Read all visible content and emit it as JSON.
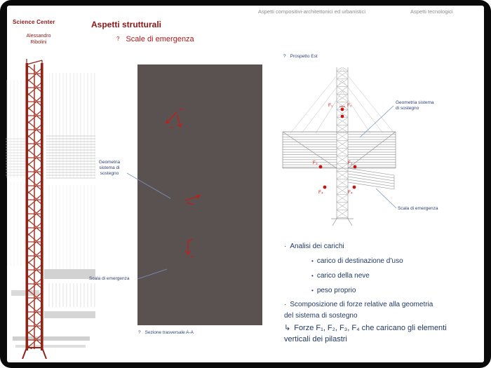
{
  "header": {
    "brand": "Science Center",
    "author": {
      "line1": "Alessandro",
      "line2": "Ribolini"
    },
    "title": "Aspetti strutturali",
    "subtitle": {
      "bullet": "?",
      "text": "Scale di emergenza"
    },
    "nav": [
      {
        "label": "Aspetti compositivi-architettonici ed urbanistici"
      },
      {
        "label": "Aspetti tecnologici"
      }
    ]
  },
  "center_figure": {
    "caption_bullet": "?",
    "caption": "Sezione trasversale A-A"
  },
  "left_callouts": {
    "geometry": {
      "line1": "Geometria",
      "line2": "sistema di",
      "line3": "sostegno"
    },
    "stair": "Scala di emergenza"
  },
  "elevation": {
    "caption_bullet": "?",
    "caption": "Prospetto Est",
    "forces": {
      "f1": "F₁",
      "f2": "F₂",
      "f3a": "F₃",
      "f3b": "F₃",
      "f4a": "F₄",
      "f4b": "F₄"
    },
    "callout_geometry": {
      "line1": "Geometria sistema",
      "line2": "di sostegno"
    },
    "callout_stair": "Scala di emergenza"
  },
  "analysis": {
    "item1": {
      "bullet": "·",
      "text": "Analisi dei carichi"
    },
    "sub_items": [
      {
        "bullet": "•",
        "text": "carico di destinazione d’uso"
      },
      {
        "bullet": "•",
        "text": "carico della neve"
      },
      {
        "bullet": "•",
        "text": "peso proprio"
      }
    ],
    "item2": {
      "bullet": "·",
      "text": "Scomposizione di forze relative alla geometria del sistema di sostegno"
    },
    "item3": {
      "bullet": "↳",
      "text": "Forze F₁, F₂, F₃, F₄ che caricano gli elementi verticali dei pilastri"
    }
  },
  "colors": {
    "maroon": "#8b1515",
    "subtitle_red": "#b41414",
    "force_red": "#cc1111",
    "navy": "#1f3864",
    "label_blue": "#2f4277",
    "nav_gray": "#8c8c8c",
    "panel_bg": "#5a5250",
    "callout_line": "#7b93c4"
  }
}
